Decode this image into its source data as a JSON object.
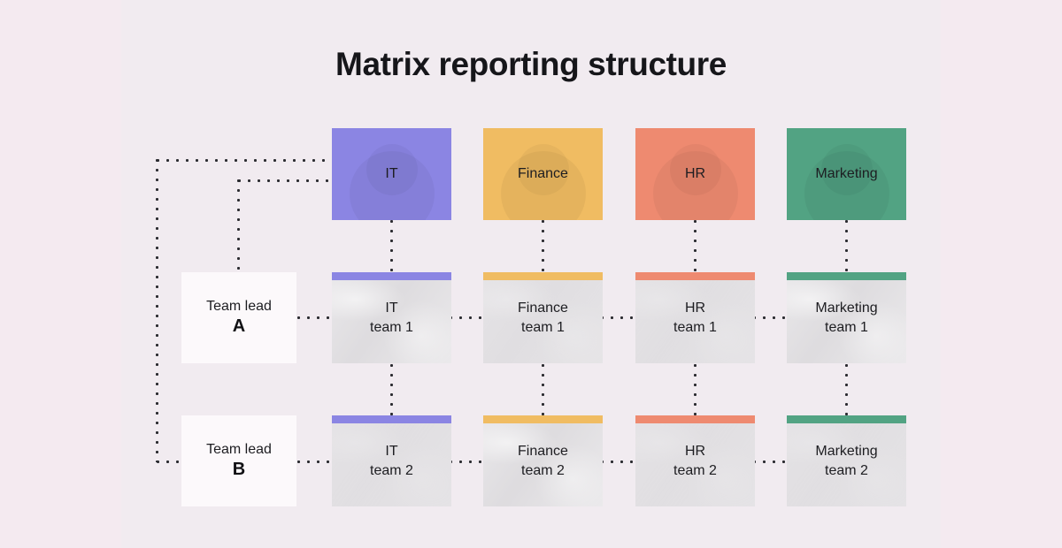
{
  "page": {
    "title": "Matrix reporting structure",
    "background_color": "#f4eaf0",
    "panel_color": "#f1ebf0"
  },
  "departments": [
    {
      "name": "IT",
      "color": "#8b85e3",
      "team1": {
        "line1": "IT",
        "line2": "team 1"
      },
      "team2": {
        "line1": "IT",
        "line2": "team 2"
      }
    },
    {
      "name": "Finance",
      "color": "#f0bc62",
      "team1": {
        "line1": "Finance",
        "line2": "team 1"
      },
      "team2": {
        "line1": "Finance",
        "line2": "team 2"
      }
    },
    {
      "name": "HR",
      "color": "#ee8a70",
      "team1": {
        "line1": "HR",
        "line2": "team 1"
      },
      "team2": {
        "line1": "HR",
        "line2": "team 2"
      }
    },
    {
      "name": "Marketing",
      "color": "#52a383",
      "team1": {
        "line1": "Marketing",
        "line2": "team 1"
      },
      "team2": {
        "line1": "Marketing",
        "line2": "team 2"
      }
    }
  ],
  "team_leads": [
    {
      "title": "Team lead",
      "id": "A"
    },
    {
      "title": "Team lead",
      "id": "B"
    }
  ],
  "connectors": {
    "line_style": "dotted",
    "line_color": "#2b2b30"
  }
}
